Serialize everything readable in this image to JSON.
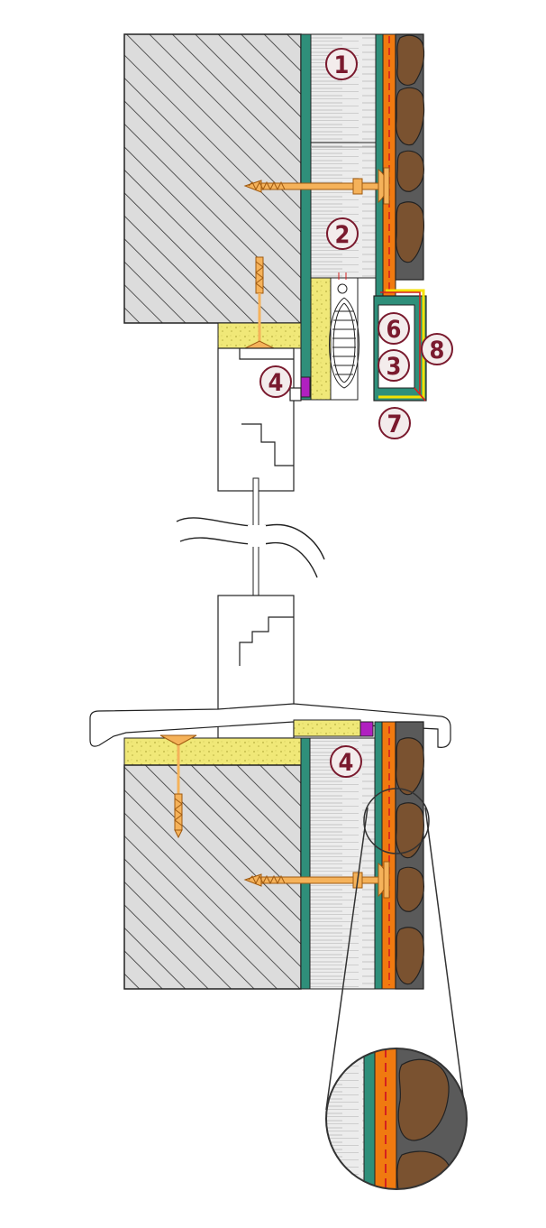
{
  "callouts": [
    {
      "id": "c1",
      "label": "1"
    },
    {
      "id": "c2",
      "label": "2"
    },
    {
      "id": "c3",
      "label": "3"
    },
    {
      "id": "c4a",
      "label": "4"
    },
    {
      "id": "c4b",
      "label": "4"
    },
    {
      "id": "c6",
      "label": "6"
    },
    {
      "id": "c7",
      "label": "7"
    },
    {
      "id": "c8",
      "label": "8"
    }
  ],
  "colors": {
    "callout_text": "#7a1a2e",
    "callout_fill": "#f3ecec",
    "masonry_hatch": "#333333",
    "masonry_fill": "#dcdcdc",
    "insulation": "#e9e9e9",
    "teal_layer": "#2f8f7a",
    "foam_yellow": "#f0e878",
    "anchor_orange": "#f5b25a",
    "render_orange": "#f07a10",
    "red_dash": "#d42020",
    "stone": "#7a5230",
    "stone_dark": "#5a5a5a",
    "purple_tape": "#b020c0"
  }
}
